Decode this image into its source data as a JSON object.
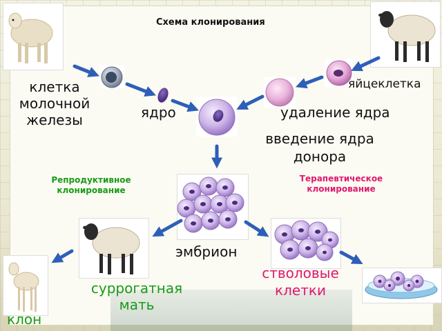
{
  "title": "Схема клонирования",
  "labels": {
    "mammary_cell_line1": "клетка",
    "mammary_cell_line2": "молочной",
    "mammary_cell_line3": "железы",
    "egg_cell": "яйцеклетка",
    "nucleus": "ядро",
    "nucleus_removal": "удаление ядра",
    "donor_line1": "введение ядра",
    "donor_line2": "донора",
    "reproductive_line1": "Репродуктивное",
    "reproductive_line2": "клонирование",
    "therapeutic_line1": "Терапевтическое",
    "therapeutic_line2": "клонирование",
    "embryo": "эмбрион",
    "stem_line1": "стволовые",
    "stem_line2": "клетки",
    "surrogate_line1": "суррогатная",
    "surrogate_line2": "мать",
    "clone": "клон"
  },
  "colors": {
    "arrow": "#2e5fb8",
    "reproductive": "#1a9a1a",
    "therapeutic": "#e0186e",
    "stem_cells": "#e0186e",
    "surrogate": "#1a9a1a",
    "clone": "#1a9a1a"
  },
  "icons": [
    "white-sheep-icon",
    "black-faced-sheep-icon",
    "mammary-cell-icon",
    "egg-cell-icon",
    "enucleated-egg-icon",
    "nucleus-icon",
    "fused-cell-icon",
    "embryo-cluster-icon",
    "surrogate-sheep-icon",
    "lamb-clone-icon",
    "stem-cells-icon",
    "petri-dish-icon"
  ]
}
